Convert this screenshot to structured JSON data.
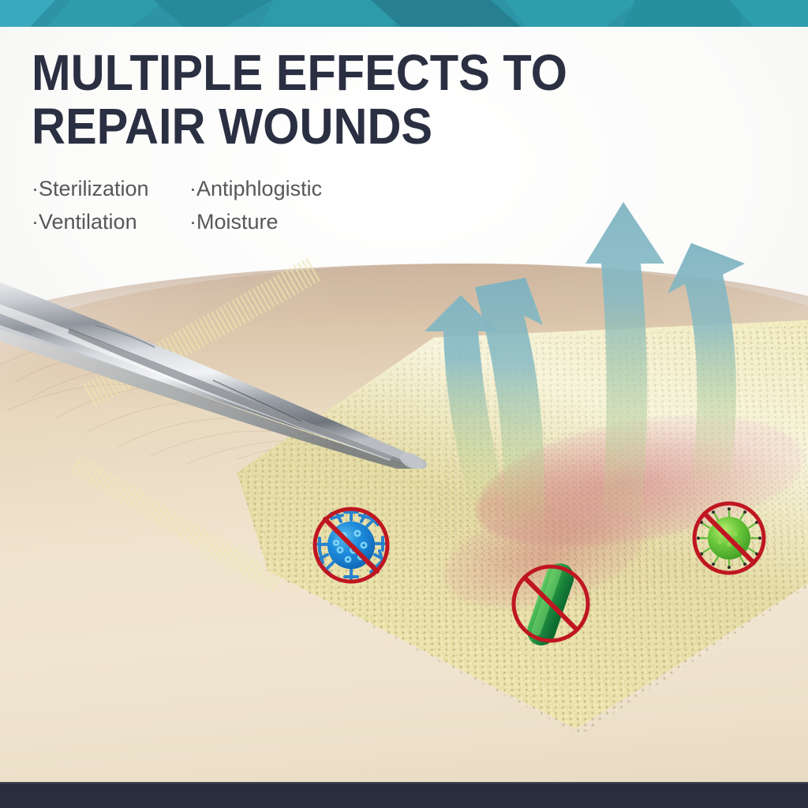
{
  "poster": {
    "headline": {
      "line1": "MULTIPLE EFFECTS TO",
      "line2": "REPAIR WOUNDS"
    },
    "features": [
      {
        "label": "·Sterilization"
      },
      {
        "label": "·Antiphlogistic"
      },
      {
        "label": "·Ventilation"
      },
      {
        "label": "·Moisture"
      }
    ],
    "colors": {
      "top_band": "#2c94a6",
      "bottom_band": "#2a2d3e",
      "headline_text": "#2b2f42",
      "feature_text": "#575757",
      "arrow_teal": "#7fb4c2",
      "gauze_yellow": "#f0eab4",
      "skin_beige": "#ecdfc6",
      "wound_pink": "#c8566e",
      "prohibition_red": "#c01622",
      "virus_blue": "#1a7fd4",
      "germ_green": "#4fb83a"
    },
    "scene": {
      "instrument": "surgical-forceps",
      "dressing": "gauze-wound-pad",
      "body_part": "arm-skin",
      "wound": "abrasion-under-dressing",
      "arrow_count": 4,
      "arrow_meaning": "ventilation-air-flow-out",
      "badges": [
        {
          "name": "virus-blocked",
          "organism": "coronavirus",
          "color": "#1a7fd4"
        },
        {
          "name": "bacteria-blocked",
          "organism": "bacillus",
          "color": "#2f9e46"
        },
        {
          "name": "germ-blocked",
          "organism": "spiky-germ",
          "color": "#5cc23a"
        }
      ]
    }
  }
}
